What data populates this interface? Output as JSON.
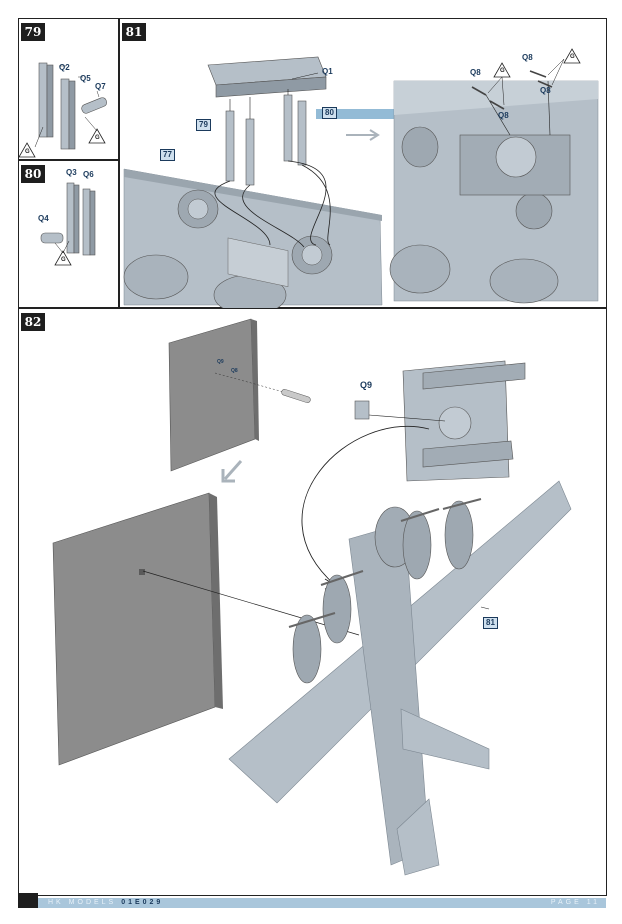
{
  "steps": {
    "s79": {
      "number": "79",
      "parts": [
        "Q2",
        "Q5",
        "Q7"
      ],
      "glue": [
        "G",
        "G"
      ]
    },
    "s80": {
      "number": "80",
      "parts": [
        "Q3",
        "Q6",
        "Q4"
      ],
      "glue": [
        "G"
      ]
    },
    "s81": {
      "number": "81",
      "parts": [
        "Q1"
      ],
      "refs": [
        "79",
        "80",
        "77"
      ],
      "right_parts": [
        "Q8",
        "Q8",
        "Q8",
        "Q8"
      ],
      "glue": [
        "G",
        "G"
      ]
    },
    "s82": {
      "number": "82",
      "parts": [
        "Q9",
        "Q9",
        "Q8"
      ],
      "refs": [
        "81"
      ]
    }
  },
  "footer": {
    "brand": "HK MODELS",
    "code": "01E029",
    "page": "PAGE 11"
  },
  "colors": {
    "model_grey": "#b5bfc8",
    "badge": "#1e1e1e",
    "ref_fill": "#cfe0ee",
    "footer_bar": "#a9c6db"
  }
}
